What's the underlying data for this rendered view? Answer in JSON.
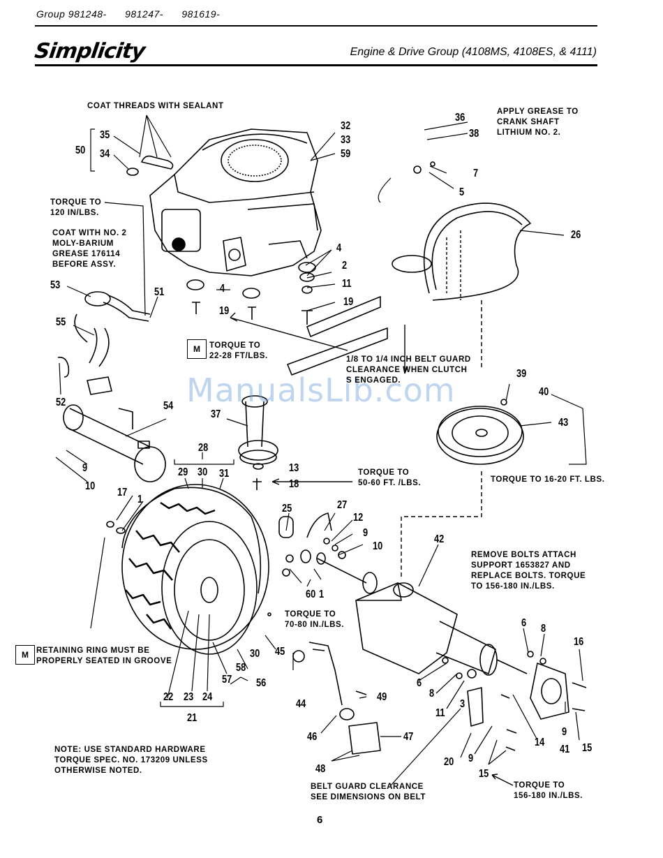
{
  "header": {
    "groups": [
      "Group 981248-",
      "981247-",
      "981619-"
    ],
    "brand": "Simplicity",
    "title": "Engine & Drive Group (4108MS, 4108ES, & 4111)"
  },
  "notes": {
    "coat_threads": "COAT THREADS WITH SEALANT",
    "grease_1": "APPLY GREASE TO",
    "grease_2": "CRANK SHAFT",
    "grease_3": "LITHIUM NO. 2.",
    "torque120_1": "TORQUE TO",
    "torque120_2": "120 IN/LBS.",
    "moly_1": "COAT WITH NO. 2",
    "moly_2": "MOLY-BARIUM",
    "moly_3": "GREASE 176114",
    "moly_4": "BEFORE ASSY.",
    "torque22_1": "TORQUE TO",
    "torque22_2": "22-28 FT/LBS.",
    "beltguard_1": "1/8 TO 1/4 INCH BELT GUARD",
    "beltguard_2": "CLEARANCE WHEN CLUTCH",
    "beltguard_3": "S ENGAGED.",
    "torque50_1": "TORQUE TO",
    "torque50_2": "50-60 FT. /LBS.",
    "torque16": "TORQUE TO 16-20 FT. LBS.",
    "remove_1": "REMOVE BOLTS ATTACH",
    "remove_2": "SUPPORT 1653827 AND",
    "remove_3": "REPLACE BOLTS. TORQUE",
    "remove_4": "TO 156-180 IN./LBS.",
    "torque70_1": "TORQUE TO",
    "torque70_2": "70-80  IN./LBS.",
    "ring_1": "RETAINING RING MUST BE",
    "ring_2": "PROPERLY SEATED IN GROOVE",
    "std_1": "NOTE: USE STANDARD  HARDWARE",
    "std_2": "TORQUE SPEC. NO. 173209 UNLESS",
    "std_3": "OTHERWISE NOTED.",
    "bgc_1": "BELT GUARD CLEARANCE",
    "bgc_2": "SEE DIMENSIONS ON BELT",
    "torque156_1": "TORQUE TO",
    "torque156_2": "156-180 IN./LBS.",
    "m_badge": "M"
  },
  "callouts": {
    "c32": "32",
    "c33": "33",
    "c59": "59",
    "c36": "36",
    "c38": "38",
    "c7": "7",
    "c5": "5",
    "c35": "35",
    "c50": "50",
    "c34": "34",
    "c26": "26",
    "c4a": "4",
    "c2": "2",
    "c11a": "11",
    "c4b": "4",
    "c19a": "19",
    "c19b": "19",
    "c53": "53",
    "c51": "51",
    "c55": "55",
    "c52": "52",
    "c54": "54",
    "c9a": "9",
    "c10a": "10",
    "c37": "37",
    "c28": "28",
    "c29": "29",
    "c30a": "30",
    "c31": "31",
    "c13": "13",
    "c18": "18",
    "c39": "39",
    "c40": "40",
    "c43": "43",
    "c17": "17",
    "c1a": "1",
    "c25": "25",
    "c27": "27",
    "c12": "12",
    "c9b": "9",
    "c10b": "10",
    "c42": "42",
    "c60": "60",
    "c1b": "1",
    "c6a": "6",
    "c8a": "8",
    "c16": "16",
    "c30b": "30",
    "c45": "45",
    "c58": "58",
    "c56": "56",
    "c57": "57",
    "c22": "22",
    "c23": "23",
    "c24": "24",
    "c21": "21",
    "c6b": "6",
    "c8b": "8",
    "c11b": "11",
    "c44": "44",
    "c49": "49",
    "c3": "3",
    "c14": "14",
    "c9c": "9",
    "c15a": "15",
    "c41": "41",
    "c47": "47",
    "c46": "46",
    "c48": "48",
    "c20": "20",
    "c9d": "9",
    "c15b": "15"
  },
  "watermark": "ManualsLib.com",
  "page_number": "6"
}
